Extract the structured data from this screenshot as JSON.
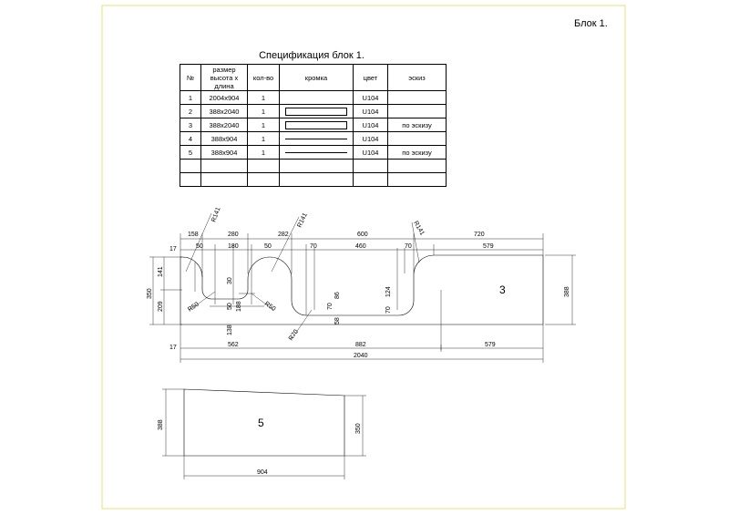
{
  "block_title": "Блок 1.",
  "spec": {
    "title": "Спецификация блок 1.",
    "headers": [
      "№",
      "размер высота х длина",
      "кол-во",
      "кромка",
      "цвет",
      "эскиз"
    ],
    "rows": [
      {
        "n": "1",
        "size": "2004x904",
        "qty": "1",
        "edge": "none",
        "color": "U104",
        "sketch": ""
      },
      {
        "n": "2",
        "size": "388x2040",
        "qty": "1",
        "edge": "box",
        "color": "U104",
        "sketch": ""
      },
      {
        "n": "3",
        "size": "388x2040",
        "qty": "1",
        "edge": "box",
        "color": "U104",
        "sketch": "по эскизу"
      },
      {
        "n": "4",
        "size": "388x904",
        "qty": "1",
        "edge": "line",
        "color": "U104",
        "sketch": ""
      },
      {
        "n": "5",
        "size": "388x904",
        "qty": "1",
        "edge": "line",
        "color": "U104",
        "sketch": "по эскизу"
      },
      {
        "n": "",
        "size": "",
        "qty": "",
        "edge": "none",
        "color": "",
        "sketch": ""
      },
      {
        "n": "",
        "size": "",
        "qty": "",
        "edge": "none",
        "color": "",
        "sketch": ""
      }
    ]
  },
  "part3": {
    "label": "3",
    "dims": {
      "d158": "158",
      "d280": "280",
      "d282": "282",
      "d600": "600",
      "d720": "720",
      "d17a": "17",
      "d50a": "50",
      "d180": "180",
      "d50b": "50",
      "d70a": "70",
      "d460": "460",
      "d70b": "70",
      "d579a": "579",
      "d141": "141",
      "d350": "350",
      "d209": "209",
      "d388": "388",
      "d30": "30",
      "d50c": "50",
      "d188": "188",
      "d138": "138",
      "d86": "86",
      "d70c": "70",
      "d58": "58",
      "d124": "124",
      "d70d": "70",
      "d17b": "17",
      "d562": "562",
      "d882": "882",
      "d579b": "579",
      "d2040": "2040"
    },
    "radii": {
      "r141a": "R141",
      "r141b": "R141",
      "r141c": "R141",
      "r50a": "R50",
      "r50b": "R50",
      "r70": "R70"
    }
  },
  "part5": {
    "label": "5",
    "dims": {
      "d388": "388",
      "d350": "350",
      "d904": "904"
    }
  }
}
